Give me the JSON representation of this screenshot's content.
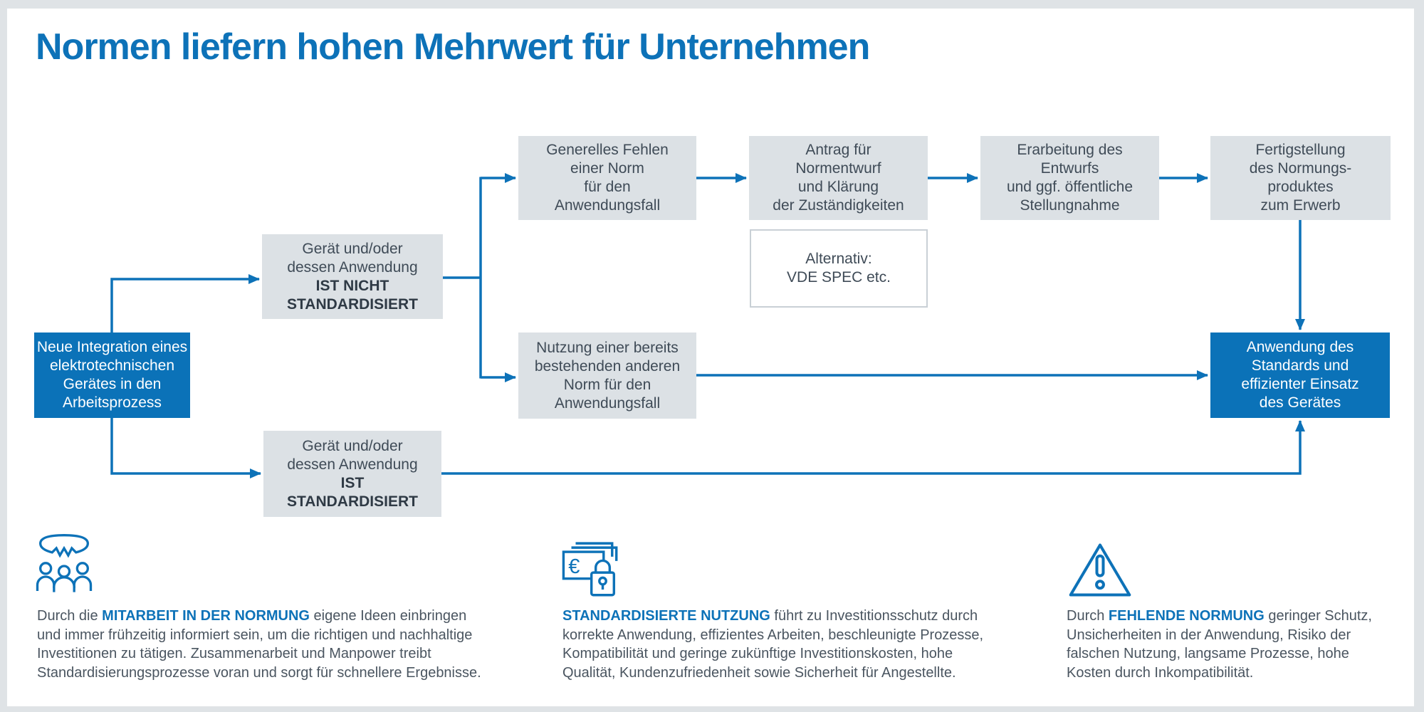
{
  "title": "Normen liefern hohen Mehrwert für Unternehmen",
  "colors": {
    "accent_blue": "#0b72b8",
    "box_gray": "#dce1e5",
    "box_text": "#3f4b57",
    "box_text_bold": "#2f3a45",
    "body_text": "#4a5560",
    "page_border": "#dfe3e6"
  },
  "flowchart": {
    "start": "Neue Integration eines\nelektrotechnischen\nGerätes in den\nArbeitsprozess",
    "not_standardized": "Gerät und/oder\ndessen Anwendung",
    "not_standardized_bold": "IST NICHT\nSTANDARDISIERT",
    "standardized": "Gerät und/oder\ndessen Anwendung",
    "standardized_bold": "IST\nSTANDARDISIERT",
    "missing_norm": "Generelles Fehlen\neiner Norm\nfür den\nAnwendungsfall",
    "proposal": "Antrag für\nNormentwurf\nund Klärung\nder Zuständigkeiten",
    "alternative": "Alternativ:\nVDE SPEC etc.",
    "drafting": "Erarbeitung des\nEntwurfs\nund ggf. öffentliche\nStellungnahme",
    "completion": "Fertigstellung\ndes Normungs-\nproduktes\nzum Erwerb",
    "existing_norm": "Nutzung einer bereits\nbestehenden anderen\nNorm für den\nAnwendungsfall",
    "application": "Anwendung des\nStandards und\neffizienter Einsatz\ndes Gerätes"
  },
  "benefits": {
    "collaboration": {
      "icon": "people-discussion-icon",
      "prefix": "Durch die ",
      "highlight": "MITARBEIT IN DER NORMUNG",
      "suffix": " eigene Ideen einbringen\nund immer frühzeitig informiert sein, um die richtigen und nachhaltige\nInvestitionen zu tätigen. Zusammenarbeit und Manpower treibt\nStandardisierungsprozesse voran und sorgt für schnellere Ergebnisse."
    },
    "standardized_use": {
      "icon": "euro-lock-icon",
      "prefix": "",
      "highlight": "STANDARDISIERTE NUTZUNG",
      "suffix": " führt zu Investitionsschutz durch\nkorrekte Anwendung, effizientes Arbeiten, beschleunigte Prozesse,\nKompatibilität und geringe zukünftige Investitionskosten, hohe\nQualität, Kundenzufriedenheit sowie Sicherheit für Angestellte."
    },
    "missing_standards": {
      "icon": "warning-icon",
      "prefix": "Durch ",
      "highlight": "FEHLENDE NORMUNG",
      "suffix": " geringer Schutz,\nUnsicherheiten in der Anwendung, Risiko der\nfalschen Nutzung, langsame Prozesse, hohe\nKosten durch Inkompatibilität."
    }
  }
}
